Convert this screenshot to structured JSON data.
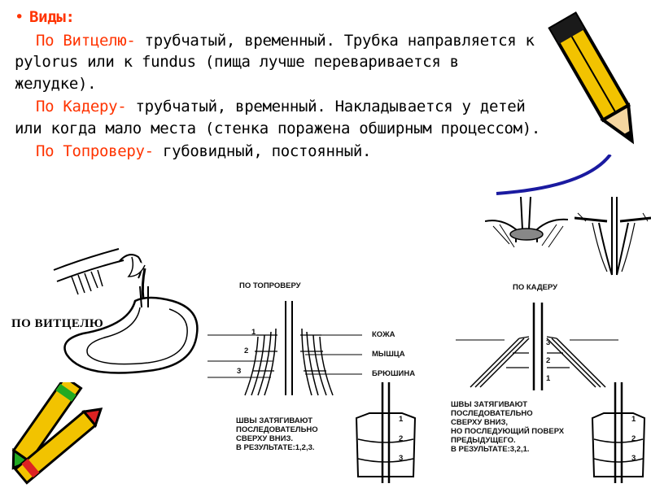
{
  "slide": {
    "heading": "Виды:",
    "paragraphs": [
      {
        "name": "По Витцелю-",
        "text": " трубчатый, временный. Трубка направляется к pylorus или к fundus (пища лучше переваривается в желудке)."
      },
      {
        "name": "По Кадеру-",
        "text": " трубчатый, временный. Накладывается у детей или когда мало места (стенка поражена обширным процессом)."
      },
      {
        "name": "По Топроверу-",
        "text": " губовидный, постоянный."
      }
    ]
  },
  "figures": {
    "witzel_label": "ПО ВИТЦЕЛЮ",
    "topr": {
      "title": "ПО ТОПРОВЕРУ",
      "layers": [
        "КОЖА",
        "МЫШЦА",
        "БРЮШИНА"
      ],
      "nums": [
        "1",
        "2",
        "3"
      ],
      "caption": [
        "ШВЫ ЗАТЯГИВАЮТ",
        "ПОСЛЕДОВАТЕЛЬНО",
        "СВЕРХУ ВНИЗ.",
        "В РЕЗУЛЬТАТЕ:1,2,3."
      ],
      "cone_nums": [
        "1",
        "2",
        "3"
      ]
    },
    "kader": {
      "title": "ПО КАДЕРУ",
      "nums": [
        "3",
        "2",
        "1"
      ],
      "caption": [
        "ШВЫ ЗАТЯГИВАЮТ",
        "ПОСЛЕДОВАТЕЛЬНО",
        "СВЕРХУ ВНИЗ,",
        "НО ПОСЛЕДУЮЩИЙ ПОВЕРХ",
        "ПРЕДЫДУЩЕГО.",
        "В РЕЗУЛЬТАТЕ:3,2,1."
      ],
      "cone_nums": [
        "1",
        "2",
        "3"
      ]
    }
  }
}
